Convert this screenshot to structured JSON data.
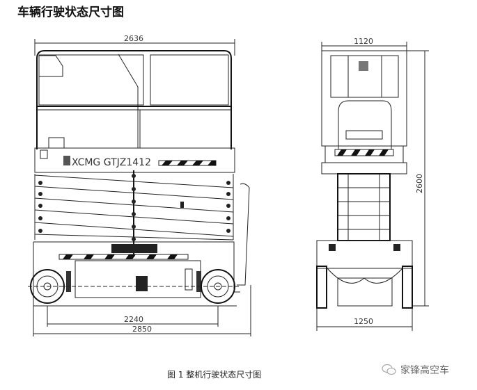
{
  "title": "车辆行驶状态尺寸图",
  "caption": "图 1  整机行驶状态尺寸图",
  "watermark": "家锋高空车",
  "side_view": {
    "brand_label": "XCMG GTJZ1412",
    "dim_platform_length": "2636",
    "dim_wheelbase": "2240",
    "dim_overall_length": "2850"
  },
  "front_view": {
    "dim_platform_width": "1120",
    "dim_overall_width": "1250",
    "dim_stowed_height": "2600"
  }
}
